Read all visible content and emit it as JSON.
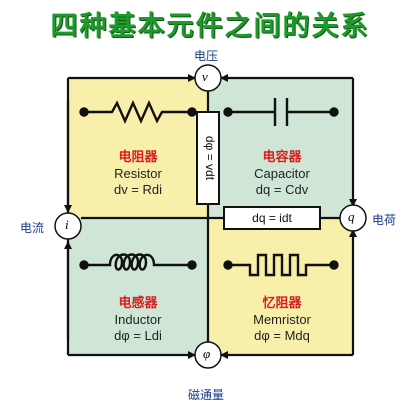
{
  "title": "四种基本元件之间的关系",
  "nodes": {
    "voltage": {
      "symbol": "v",
      "label": "电压"
    },
    "current": {
      "symbol": "i",
      "label": "电流"
    },
    "charge": {
      "symbol": "q",
      "label": "电荷"
    },
    "flux": {
      "symbol": "φ",
      "label": "磁通量"
    }
  },
  "components": {
    "resistor": {
      "cn": "电阻器",
      "en": "Resistor",
      "formula": "dv = Rdi"
    },
    "capacitor": {
      "cn": "电容器",
      "en": "Capacitor",
      "formula": "dq = Cdv"
    },
    "inductor": {
      "cn": "电感器",
      "en": "Inductor",
      "formula": "dφ = Ldi"
    },
    "memristor": {
      "cn": "忆阻器",
      "en": "Memristor",
      "formula": "dφ = Mdq"
    }
  },
  "relations": {
    "vertical": "dφ = vdt",
    "horizontal": "dq = idt"
  },
  "colors": {
    "resistor_bg": "#f8efab",
    "capacitor_bg": "#cfe5d6",
    "inductor_bg": "#cfe5d6",
    "memristor_bg": "#f8efab",
    "title": "#1e9a2a",
    "component_cn": "#d81e1e",
    "node_label": "#1a3c8a"
  }
}
